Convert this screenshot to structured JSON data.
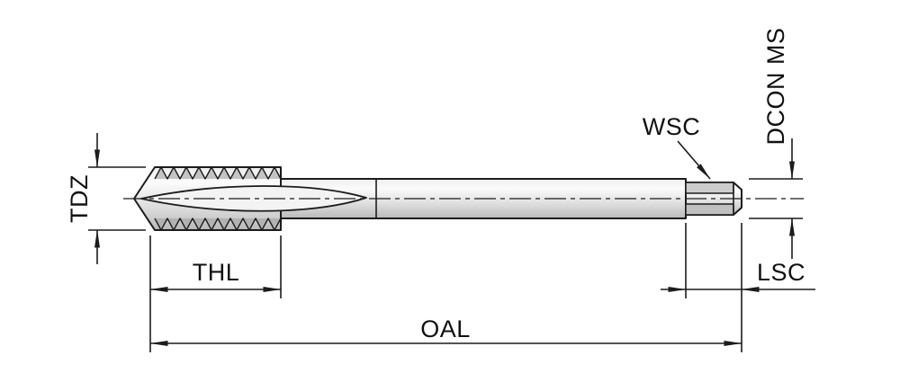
{
  "diagram": {
    "labels": {
      "tdz": "TDZ",
      "thl": "THL",
      "oal": "OAL",
      "wsc": "WSC",
      "dcon_ms": "DCON MS",
      "lsc": "LSC"
    },
    "colors": {
      "line": "#1c1c1c",
      "background": "#ffffff",
      "metal_light": "#fbfbfb",
      "metal_dark": "#b9b9b9"
    }
  }
}
